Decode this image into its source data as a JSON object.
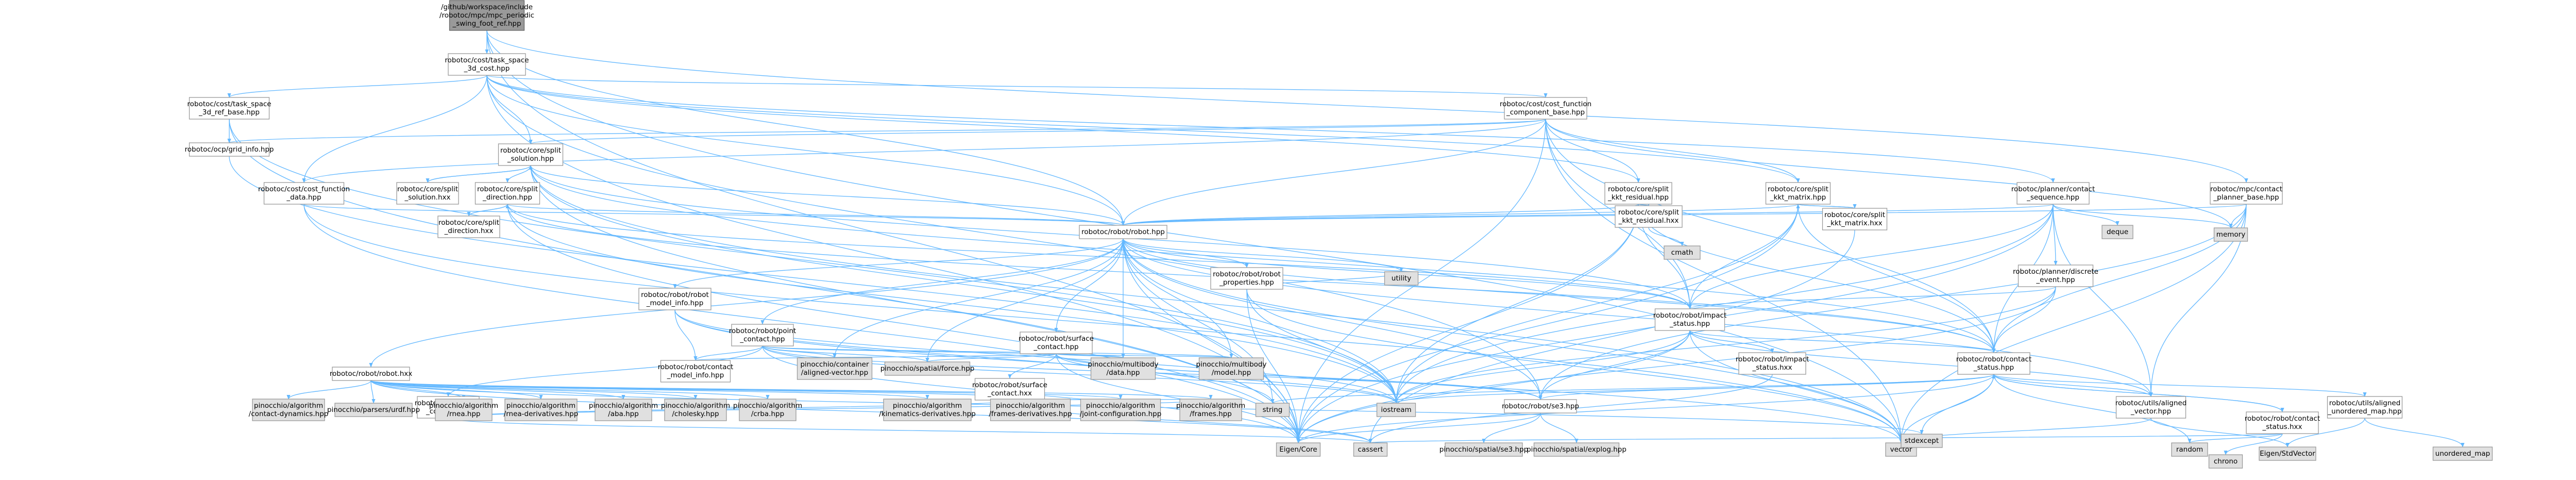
{
  "title": "/github/workspace/include/robotoc/mpc/mpc_periodic_swing_foot_ref.hpp",
  "colors": {
    "edge": "#63b8ff",
    "node_border": "#999999",
    "root_fill": "#999999",
    "external_fill": "#e0e0e0",
    "file_fill": "#ffffff"
  },
  "nodes": [
    {
      "id": "root",
      "kind": "root",
      "lines": [
        "/github/workspace/include",
        "/robotoc/mpc/mpc_periodic",
        "_swing_foot_ref.hpp"
      ]
    },
    {
      "id": "task_space_3d_cost",
      "kind": "file",
      "lines": [
        "robotoc/cost/task_space",
        "_3d_cost.hpp"
      ]
    },
    {
      "id": "task_space_3d_ref_base",
      "kind": "file",
      "lines": [
        "robotoc/cost/task_space",
        "_3d_ref_base.hpp"
      ]
    },
    {
      "id": "grid_info",
      "kind": "file",
      "lines": [
        "robotoc/ocp/grid_info.hpp"
      ]
    },
    {
      "id": "cost_function_component_base",
      "kind": "file",
      "lines": [
        "robotoc/cost/cost_function",
        "_component_base.hpp"
      ]
    },
    {
      "id": "split_solution",
      "kind": "file",
      "lines": [
        "robotoc/core/split",
        "_solution.hpp"
      ]
    },
    {
      "id": "cost_function_data",
      "kind": "file",
      "lines": [
        "robotoc/cost/cost_function",
        "_data.hpp"
      ]
    },
    {
      "id": "split_solution_hxx",
      "kind": "file",
      "lines": [
        "robotoc/core/split",
        "_solution.hxx"
      ]
    },
    {
      "id": "split_direction",
      "kind": "file",
      "lines": [
        "robotoc/core/split",
        "_direction.hpp"
      ]
    },
    {
      "id": "split_direction_hxx",
      "kind": "file",
      "lines": [
        "robotoc/core/split",
        "_direction.hxx"
      ]
    },
    {
      "id": "split_kkt_residual",
      "kind": "file",
      "lines": [
        "robotoc/core/split",
        "_kkt_residual.hpp"
      ]
    },
    {
      "id": "split_kkt_residual_hxx",
      "kind": "file",
      "lines": [
        "robotoc/core/split",
        "_kkt_residual.hxx"
      ]
    },
    {
      "id": "split_kkt_matrix",
      "kind": "file",
      "lines": [
        "robotoc/core/split",
        "_kkt_matrix.hpp"
      ]
    },
    {
      "id": "split_kkt_matrix_hxx",
      "kind": "file",
      "lines": [
        "robotoc/core/split",
        "_kkt_matrix.hxx"
      ]
    },
    {
      "id": "contact_sequence",
      "kind": "file",
      "lines": [
        "robotoc/planner/contact",
        "_sequence.hpp"
      ]
    },
    {
      "id": "contact_planner_base",
      "kind": "file",
      "lines": [
        "robotoc/mpc/contact",
        "_planner_base.hpp"
      ]
    },
    {
      "id": "robot",
      "kind": "file",
      "lines": [
        "robotoc/robot/robot.hpp"
      ]
    },
    {
      "id": "robot_properties",
      "kind": "file",
      "lines": [
        "robotoc/robot/robot",
        "_properties.hpp"
      ]
    },
    {
      "id": "discrete_event",
      "kind": "file",
      "lines": [
        "robotoc/planner/discrete",
        "_event.hpp"
      ]
    },
    {
      "id": "robot_model_info",
      "kind": "file",
      "lines": [
        "robotoc/robot/robot",
        "_model_info.hpp"
      ]
    },
    {
      "id": "point_contact",
      "kind": "file",
      "lines": [
        "robotoc/robot/point",
        "_contact.hpp"
      ]
    },
    {
      "id": "surface_contact",
      "kind": "file",
      "lines": [
        "robotoc/robot/surface",
        "_contact.hpp"
      ]
    },
    {
      "id": "impact_status",
      "kind": "file",
      "lines": [
        "robotoc/robot/impact",
        "_status.hpp"
      ]
    },
    {
      "id": "impact_status_hxx",
      "kind": "file",
      "lines": [
        "robotoc/robot/impact",
        "_status.hxx"
      ]
    },
    {
      "id": "robot_contact_status",
      "kind": "file",
      "lines": [
        "robotoc/robot/contact",
        "_status.hpp"
      ]
    },
    {
      "id": "robot_hxx",
      "kind": "file",
      "lines": [
        "robotoc/robot/robot.hxx"
      ]
    },
    {
      "id": "point_contact_hxx",
      "kind": "file",
      "lines": [
        "robotoc/robot/point",
        "_contact.hxx"
      ]
    },
    {
      "id": "contact_model_info",
      "kind": "file",
      "lines": [
        "robotoc/robot/contact",
        "_model_info.hpp"
      ]
    },
    {
      "id": "surface_contact_hxx",
      "kind": "file",
      "lines": [
        "robotoc/robot/surface",
        "_contact.hxx"
      ]
    },
    {
      "id": "se3",
      "kind": "file",
      "lines": [
        "robotoc/robot/se3.hpp"
      ]
    },
    {
      "id": "contact_status_hxx",
      "kind": "file",
      "lines": [
        "robotoc/robot/contact",
        "_status.hxx"
      ]
    },
    {
      "id": "aligned_vector",
      "kind": "file",
      "lines": [
        "robotoc/utils/aligned",
        "_vector.hpp"
      ]
    },
    {
      "id": "aligned_unordered_map",
      "kind": "file",
      "lines": [
        "robotoc/utils/aligned",
        "_unordered_map.hpp"
      ]
    },
    {
      "id": "cmath",
      "kind": "ext",
      "lines": [
        "cmath"
      ]
    },
    {
      "id": "deque",
      "kind": "ext",
      "lines": [
        "deque"
      ]
    },
    {
      "id": "memory",
      "kind": "ext",
      "lines": [
        "memory"
      ]
    },
    {
      "id": "utility",
      "kind": "ext",
      "lines": [
        "utility"
      ]
    },
    {
      "id": "pin_aligned_vector",
      "kind": "ext",
      "lines": [
        "pinocchio/container",
        "/aligned-vector.hpp"
      ]
    },
    {
      "id": "pin_force",
      "kind": "ext",
      "lines": [
        "pinocchio/spatial/force.hpp"
      ]
    },
    {
      "id": "pin_data",
      "kind": "ext",
      "lines": [
        "pinocchio/multibody",
        "/data.hpp"
      ]
    },
    {
      "id": "pin_model",
      "kind": "ext",
      "lines": [
        "pinocchio/multibody",
        "/model.hpp"
      ]
    },
    {
      "id": "pin_contact_dynamics",
      "kind": "ext",
      "lines": [
        "pinocchio/algorithm",
        "/contact-dynamics.hpp"
      ]
    },
    {
      "id": "pin_urdf",
      "kind": "ext",
      "lines": [
        "pinocchio/parsers/urdf.hpp"
      ]
    },
    {
      "id": "pin_rnea",
      "kind": "ext",
      "lines": [
        "pinocchio/algorithm",
        "/rnea.hpp"
      ]
    },
    {
      "id": "pin_rnea_derivatives",
      "kind": "ext",
      "lines": [
        "pinocchio/algorithm",
        "/rnea-derivatives.hpp"
      ]
    },
    {
      "id": "pin_aba",
      "kind": "ext",
      "lines": [
        "pinocchio/algorithm",
        "/aba.hpp"
      ]
    },
    {
      "id": "pin_cholesky",
      "kind": "ext",
      "lines": [
        "pinocchio/algorithm",
        "/cholesky.hpp"
      ]
    },
    {
      "id": "pin_crba",
      "kind": "ext",
      "lines": [
        "pinocchio/algorithm",
        "/crba.hpp"
      ]
    },
    {
      "id": "pin_kinematics_derivatives",
      "kind": "ext",
      "lines": [
        "pinocchio/algorithm",
        "/kinematics-derivatives.hpp"
      ]
    },
    {
      "id": "pin_frames_derivatives",
      "kind": "ext",
      "lines": [
        "pinocchio/algorithm",
        "/frames-derivatives.hpp"
      ]
    },
    {
      "id": "pin_joint_configuration",
      "kind": "ext",
      "lines": [
        "pinocchio/algorithm",
        "/joint-configuration.hpp"
      ]
    },
    {
      "id": "pin_frames",
      "kind": "ext",
      "lines": [
        "pinocchio/algorithm",
        "/frames.hpp"
      ]
    },
    {
      "id": "pin_se3",
      "kind": "ext",
      "lines": [
        "pinocchio/spatial/se3.hpp"
      ]
    },
    {
      "id": "pin_explog",
      "kind": "ext",
      "lines": [
        "pinocchio/spatial/explog.hpp"
      ]
    },
    {
      "id": "string",
      "kind": "ext",
      "lines": [
        "string"
      ]
    },
    {
      "id": "iostream",
      "kind": "ext",
      "lines": [
        "iostream"
      ]
    },
    {
      "id": "eigen_core",
      "kind": "ext",
      "lines": [
        "Eigen/Core"
      ]
    },
    {
      "id": "cassert",
      "kind": "ext",
      "lines": [
        "cassert"
      ]
    },
    {
      "id": "vector",
      "kind": "ext",
      "lines": [
        "vector"
      ]
    },
    {
      "id": "stdexcept",
      "kind": "ext",
      "lines": [
        "stdexcept"
      ]
    },
    {
      "id": "random",
      "kind": "ext",
      "lines": [
        "random"
      ]
    },
    {
      "id": "chrono",
      "kind": "ext",
      "lines": [
        "chrono"
      ]
    },
    {
      "id": "eigen_stdvector",
      "kind": "ext",
      "lines": [
        "Eigen/StdVector"
      ]
    },
    {
      "id": "unordered_map",
      "kind": "ext",
      "lines": [
        "unordered_map"
      ]
    }
  ],
  "edges": [
    [
      "root",
      "task_space_3d_cost"
    ],
    [
      "root",
      "contact_planner_base"
    ],
    [
      "root",
      "robot"
    ],
    [
      "root",
      "eigen_core"
    ],
    [
      "root",
      "vector"
    ],
    [
      "task_space_3d_cost",
      "task_space_3d_ref_base"
    ],
    [
      "task_space_3d_cost",
      "cost_function_component_base"
    ],
    [
      "task_space_3d_cost",
      "cost_function_data"
    ],
    [
      "task_space_3d_cost",
      "split_solution"
    ],
    [
      "task_space_3d_cost",
      "split_kkt_residual"
    ],
    [
      "task_space_3d_cost",
      "split_kkt_matrix"
    ],
    [
      "task_space_3d_cost",
      "robot"
    ],
    [
      "task_space_3d_cost",
      "se3"
    ],
    [
      "task_space_3d_cost",
      "eigen_core"
    ],
    [
      "task_space_3d_cost",
      "contact_sequence"
    ],
    [
      "task_space_3d_ref_base",
      "grid_info"
    ],
    [
      "task_space_3d_ref_base",
      "eigen_core"
    ],
    [
      "task_space_3d_ref_base",
      "iostream"
    ],
    [
      "grid_info",
      "iostream"
    ],
    [
      "cost_function_component_base",
      "split_solution"
    ],
    [
      "cost_function_component_base",
      "cost_function_data"
    ],
    [
      "cost_function_component_base",
      "split_kkt_residual"
    ],
    [
      "cost_function_component_base",
      "split_kkt_matrix"
    ],
    [
      "cost_function_component_base",
      "robot"
    ],
    [
      "cost_function_component_base",
      "impact_status"
    ],
    [
      "cost_function_component_base",
      "robot_contact_status"
    ],
    [
      "cost_function_component_base",
      "grid_info"
    ],
    [
      "cost_function_component_base",
      "memory"
    ],
    [
      "cost_function_component_base",
      "eigen_core"
    ],
    [
      "cost_function_component_base",
      "vector"
    ],
    [
      "split_solution",
      "split_solution_hxx"
    ],
    [
      "split_solution",
      "split_direction"
    ],
    [
      "split_solution",
      "robot"
    ],
    [
      "split_solution",
      "robot_contact_status"
    ],
    [
      "split_solution",
      "impact_status"
    ],
    [
      "split_solution",
      "eigen_core"
    ],
    [
      "split_solution",
      "vector"
    ],
    [
      "split_solution",
      "iostream"
    ],
    [
      "split_solution_hxx",
      "split_solution"
    ],
    [
      "cost_function_data",
      "robot"
    ],
    [
      "cost_function_data",
      "eigen_core"
    ],
    [
      "cost_function_data",
      "vector"
    ],
    [
      "split_direction",
      "split_direction_hxx"
    ],
    [
      "split_direction",
      "robot"
    ],
    [
      "split_direction",
      "robot_contact_status"
    ],
    [
      "split_direction",
      "impact_status"
    ],
    [
      "split_direction",
      "eigen_core"
    ],
    [
      "split_direction",
      "iostream"
    ],
    [
      "split_direction_hxx",
      "split_direction"
    ],
    [
      "split_kkt_residual",
      "split_kkt_residual_hxx"
    ],
    [
      "split_kkt_residual",
      "robot"
    ],
    [
      "split_kkt_residual",
      "robot_contact_status"
    ],
    [
      "split_kkt_residual",
      "impact_status"
    ],
    [
      "split_kkt_residual",
      "eigen_core"
    ],
    [
      "split_kkt_residual",
      "iostream"
    ],
    [
      "split_kkt_residual_hxx",
      "split_kkt_residual"
    ],
    [
      "split_kkt_residual_hxx",
      "cmath"
    ],
    [
      "split_kkt_matrix",
      "split_kkt_matrix_hxx"
    ],
    [
      "split_kkt_matrix",
      "robot"
    ],
    [
      "split_kkt_matrix",
      "robot_contact_status"
    ],
    [
      "split_kkt_matrix",
      "impact_status"
    ],
    [
      "split_kkt_matrix",
      "eigen_core"
    ],
    [
      "split_kkt_matrix",
      "iostream"
    ],
    [
      "split_kkt_matrix_hxx",
      "split_kkt_matrix"
    ],
    [
      "split_kkt_matrix_hxx",
      "cassert"
    ],
    [
      "contact_sequence",
      "robot"
    ],
    [
      "contact_sequence",
      "robot_contact_status"
    ],
    [
      "contact_sequence",
      "discrete_event"
    ],
    [
      "contact_sequence",
      "impact_status"
    ],
    [
      "contact_sequence",
      "aligned_vector"
    ],
    [
      "contact_sequence",
      "deque"
    ],
    [
      "contact_sequence",
      "memory"
    ],
    [
      "contact_sequence",
      "eigen_core"
    ],
    [
      "contact_sequence",
      "iostream"
    ],
    [
      "discrete_event",
      "robot_contact_status"
    ],
    [
      "discrete_event",
      "impact_status"
    ],
    [
      "discrete_event",
      "eigen_core"
    ],
    [
      "discrete_event",
      "iostream"
    ],
    [
      "contact_planner_base",
      "robot"
    ],
    [
      "contact_planner_base",
      "robot_contact_status"
    ],
    [
      "contact_planner_base",
      "aligned_vector"
    ],
    [
      "contact_planner_base",
      "memory"
    ],
    [
      "contact_planner_base",
      "vector"
    ],
    [
      "contact_planner_base",
      "se3"
    ],
    [
      "robot",
      "robot_properties"
    ],
    [
      "robot",
      "robot_model_info"
    ],
    [
      "robot",
      "point_contact"
    ],
    [
      "robot",
      "surface_contact"
    ],
    [
      "robot",
      "robot_contact_status"
    ],
    [
      "robot",
      "impact_status"
    ],
    [
      "robot",
      "se3"
    ],
    [
      "robot",
      "robot_hxx"
    ],
    [
      "robot",
      "pin_model"
    ],
    [
      "robot",
      "pin_data"
    ],
    [
      "robot",
      "pin_force"
    ],
    [
      "robot",
      "pin_aligned_vector"
    ],
    [
      "robot",
      "aligned_vector"
    ],
    [
      "robot",
      "utility"
    ],
    [
      "robot",
      "string"
    ],
    [
      "robot",
      "vector"
    ],
    [
      "robot",
      "iostream"
    ],
    [
      "robot",
      "eigen_core"
    ],
    [
      "robot_properties",
      "eigen_core"
    ],
    [
      "robot_properties",
      "iostream"
    ],
    [
      "robot_properties",
      "utility"
    ],
    [
      "robot_properties",
      "vector"
    ],
    [
      "robot_model_info",
      "contact_model_info"
    ],
    [
      "robot_model_info",
      "string"
    ],
    [
      "robot_model_info",
      "vector"
    ],
    [
      "robot_model_info",
      "iostream"
    ],
    [
      "point_contact",
      "point_contact_hxx"
    ],
    [
      "point_contact",
      "contact_model_info"
    ],
    [
      "point_contact",
      "pin_model"
    ],
    [
      "point_contact",
      "pin_data"
    ],
    [
      "point_contact",
      "pin_force"
    ],
    [
      "point_contact",
      "pin_aligned_vector"
    ],
    [
      "point_contact",
      "se3"
    ],
    [
      "point_contact",
      "eigen_core"
    ],
    [
      "point_contact",
      "iostream"
    ],
    [
      "point_contact_hxx",
      "pin_frames"
    ],
    [
      "point_contact_hxx",
      "pin_frames_derivatives"
    ],
    [
      "point_contact_hxx",
      "cassert"
    ],
    [
      "surface_contact",
      "surface_contact_hxx"
    ],
    [
      "surface_contact",
      "contact_model_info"
    ],
    [
      "surface_contact",
      "pin_model"
    ],
    [
      "surface_contact",
      "pin_data"
    ],
    [
      "surface_contact",
      "pin_force"
    ],
    [
      "surface_contact",
      "se3"
    ],
    [
      "surface_contact",
      "eigen_core"
    ],
    [
      "surface_contact",
      "iostream"
    ],
    [
      "surface_contact_hxx",
      "pin_frames"
    ],
    [
      "surface_contact_hxx",
      "pin_frames_derivatives"
    ],
    [
      "surface_contact_hxx",
      "pin_joint_configuration"
    ],
    [
      "surface_contact_hxx",
      "cassert"
    ],
    [
      "impact_status",
      "impact_status_hxx"
    ],
    [
      "impact_status",
      "robot_contact_status"
    ],
    [
      "impact_status",
      "se3"
    ],
    [
      "impact_status",
      "aligned_vector"
    ],
    [
      "impact_status",
      "vector"
    ],
    [
      "impact_status",
      "iostream"
    ],
    [
      "impact_status",
      "eigen_core"
    ],
    [
      "impact_status_hxx",
      "impact_status"
    ],
    [
      "impact_status_hxx",
      "cassert"
    ],
    [
      "robot_contact_status",
      "contact_status_hxx"
    ],
    [
      "robot_contact_status",
      "se3"
    ],
    [
      "robot_contact_status",
      "aligned_vector"
    ],
    [
      "robot_contact_status",
      "aligned_unordered_map"
    ],
    [
      "robot_contact_status",
      "vector"
    ],
    [
      "robot_contact_status",
      "iostream"
    ],
    [
      "robot_contact_status",
      "eigen_core"
    ],
    [
      "robot_contact_status",
      "string"
    ],
    [
      "robot_contact_status",
      "stdexcept"
    ],
    [
      "robot_contact_status",
      "random"
    ],
    [
      "contact_status_hxx",
      "robot_contact_status"
    ],
    [
      "contact_status_hxx",
      "chrono"
    ],
    [
      "contact_status_hxx",
      "cassert"
    ],
    [
      "contact_status_hxx",
      "random"
    ],
    [
      "robot_hxx",
      "pin_rnea"
    ],
    [
      "robot_hxx",
      "pin_rnea_derivatives"
    ],
    [
      "robot_hxx",
      "pin_aba"
    ],
    [
      "robot_hxx",
      "pin_crba"
    ],
    [
      "robot_hxx",
      "pin_cholesky"
    ],
    [
      "robot_hxx",
      "pin_contact_dynamics"
    ],
    [
      "robot_hxx",
      "pin_urdf"
    ],
    [
      "robot_hxx",
      "pin_kinematics_derivatives"
    ],
    [
      "robot_hxx",
      "pin_frames_derivatives"
    ],
    [
      "robot_hxx",
      "pin_joint_configuration"
    ],
    [
      "robot_hxx",
      "pin_frames"
    ],
    [
      "robot_hxx",
      "stdexcept"
    ],
    [
      "robot_hxx",
      "cassert"
    ],
    [
      "se3",
      "pin_se3"
    ],
    [
      "se3",
      "pin_explog"
    ],
    [
      "se3",
      "eigen_core"
    ],
    [
      "aligned_vector",
      "eigen_stdvector"
    ],
    [
      "aligned_vector",
      "vector"
    ],
    [
      "aligned_unordered_map",
      "unordered_map"
    ],
    [
      "aligned_unordered_map",
      "eigen_stdvector"
    ]
  ]
}
